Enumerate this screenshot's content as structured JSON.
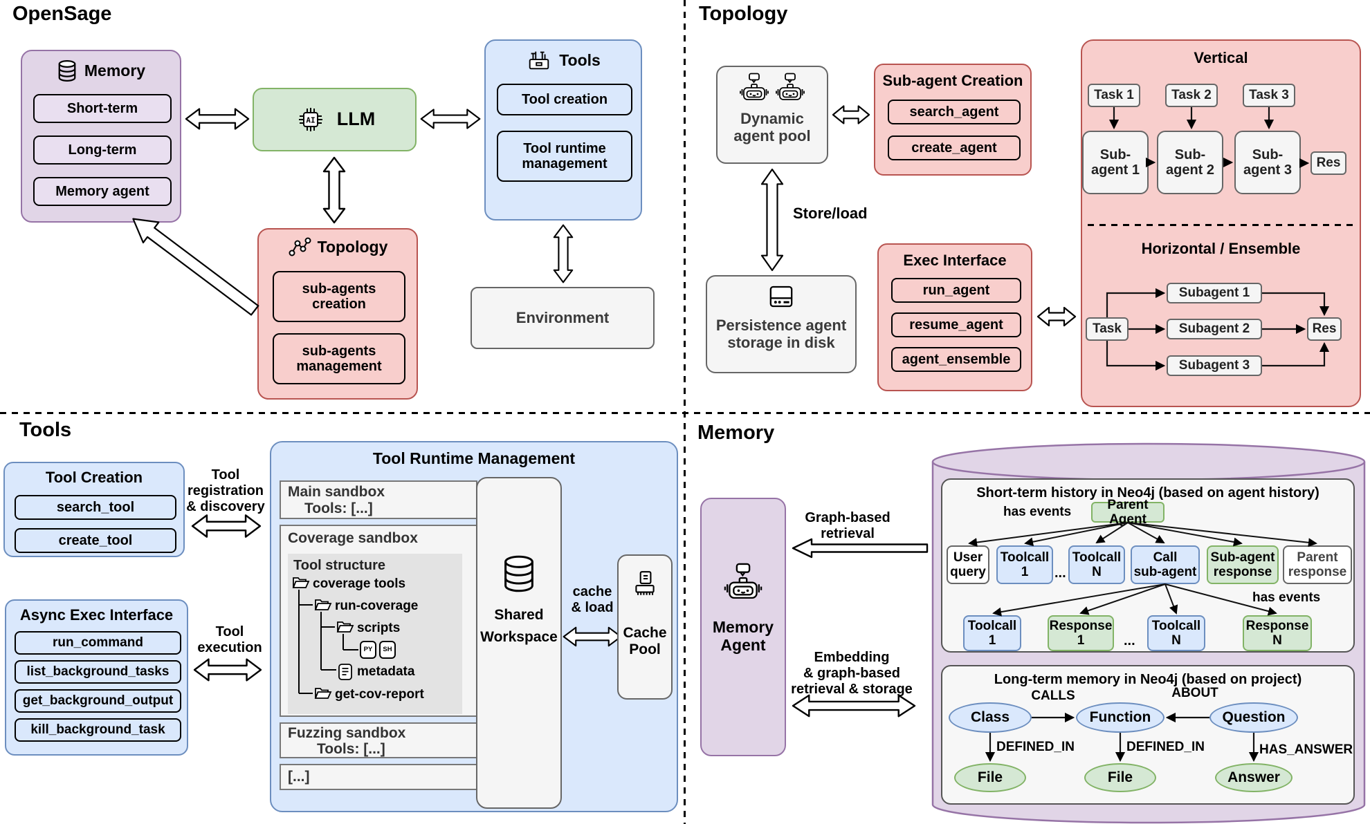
{
  "colors": {
    "purple": "#E1D5E7",
    "purple_border": "#9673A6",
    "green": "#D5E8D4",
    "green_border": "#82B366",
    "blue": "#DAE8FC",
    "blue_border": "#6C8EBF",
    "red": "#F8CECC",
    "red_border": "#B85450",
    "gray": "#F5F5F5",
    "gray_border": "#666666"
  },
  "opensage": {
    "title": "OpenSage",
    "memory": {
      "title": "Memory",
      "items": [
        "Short-term",
        "Long-term",
        "Memory agent"
      ]
    },
    "llm": {
      "title": "LLM"
    },
    "tools": {
      "title": "Tools",
      "items": [
        "Tool creation",
        "Tool runtime\nmanagement"
      ]
    },
    "topology": {
      "title": "Topology",
      "items": [
        "sub-agents\ncreation",
        "sub-agents\nmanagement"
      ]
    },
    "environment": {
      "title": "Environment"
    }
  },
  "topology": {
    "title": "Topology",
    "dynamic_pool": "Dynamic\nagent pool",
    "subagent_creation": {
      "title": "Sub-agent Creation",
      "items": [
        "search_agent",
        "create_agent"
      ]
    },
    "store_load": "Store/load",
    "persistence": "Persistence agent\nstorage in disk",
    "exec_interface": {
      "title": "Exec Interface",
      "items": [
        "run_agent",
        "resume_agent",
        "agent_ensemble"
      ]
    },
    "vertical": {
      "title": "Vertical",
      "tasks": [
        "Task 1",
        "Task 2",
        "Task 3"
      ],
      "subagents": [
        "Sub-\nagent 1",
        "Sub-\nagent 2",
        "Sub-\nagent 3"
      ],
      "res": "Res"
    },
    "horizontal": {
      "title": "Horizontal / Ensemble",
      "task": "Task",
      "subagents": [
        "Subagent 1",
        "Subagent 2",
        "Subagent 3"
      ],
      "res": "Res"
    }
  },
  "tools": {
    "title": "Tools",
    "creation": {
      "title": "Tool Creation",
      "items": [
        "search_tool",
        "create_tool"
      ]
    },
    "reg_label": "Tool\nregistration\n& discovery",
    "exec_label": "Tool\nexecution",
    "async_exec": {
      "title": "Async Exec Interface",
      "items": [
        "run_command",
        "list_background_tasks",
        "get_background_output",
        "kill_background_task"
      ]
    },
    "runtime": {
      "title": "Tool Runtime Management",
      "main_sandbox": {
        "name": "Main sandbox",
        "tools": "Tools: [...]"
      },
      "coverage": {
        "name": "Coverage sandbox",
        "structure": "Tool structure",
        "folder1": "coverage tools",
        "folder2": "run-coverage",
        "folder3": "scripts",
        "py": "PY",
        "sh": "SH",
        "meta": "metadata",
        "folder4": "get-cov-report"
      },
      "fuzzing": {
        "name": "Fuzzing sandbox",
        "tools": "Tools: [...]"
      },
      "more": "[...]",
      "shared": "Shared\nWorkspace",
      "cache_label": "cache\n& load",
      "cache_pool": "Cache\nPool"
    }
  },
  "memory": {
    "title": "Memory",
    "agent": "Memory\nAgent",
    "graph_label": "Graph-based\nretrieval",
    "embed_label": "Embedding\n& graph-based\nretrieval & storage",
    "short": {
      "title": "Short-term history in Neo4j (based on agent history)",
      "parent": "Parent Agent",
      "has_events": "has events",
      "has_events2": "has events",
      "user_query": "User\nquery",
      "toolcall1": "Toolcall\n1",
      "toolcalln": "Toolcall\nN",
      "call_sub": "Call\nsub-agent",
      "sub_resp": "Sub-agent\nresponse",
      "parent_resp": "Parent\nresponse",
      "dots": "...",
      "b_toolcall1": "Toolcall\n1",
      "b_response1": "Response\n1",
      "b_dots": "...",
      "b_toolcalln": "Toolcall\nN",
      "b_responsen": "Response\nN"
    },
    "long": {
      "title": "Long-term memory in Neo4j (based on project)",
      "class": "Class",
      "function": "Function",
      "question": "Question",
      "file1": "File",
      "file2": "File",
      "answer": "Answer",
      "calls": "CALLS",
      "about": "ABOUT",
      "defined_in1": "DEFINED_IN",
      "defined_in2": "DEFINED_IN",
      "has_answer": "HAS_ANSWER"
    }
  }
}
